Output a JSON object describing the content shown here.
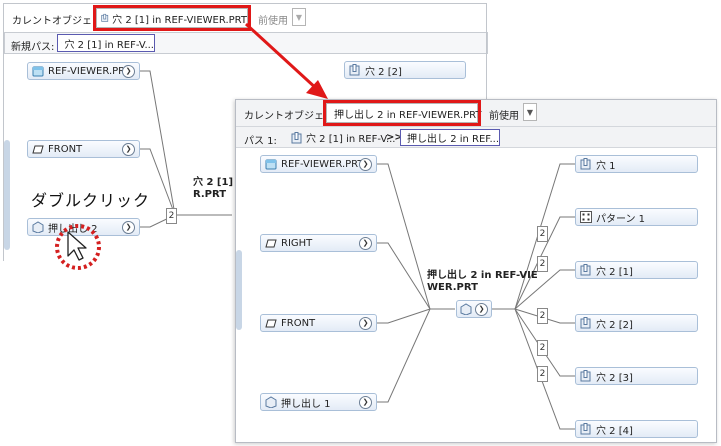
{
  "back": {
    "current_object_label": "カレントオブジェクト:",
    "current_object_value": "穴 2 [1] in REF-VIEWER.PRT",
    "prev_label": "前使用",
    "new_path_label": "新規パス:",
    "path_value": "穴 2 [1] in REF-V...",
    "nodes": {
      "ref_viewer": "REF-VIEWER.PRT",
      "front": "FRONT",
      "oshidashi": "押し出し 2",
      "ana22": "穴 2 [2]"
    },
    "center_label_1": "穴 2 [1] in",
    "center_label_2": "R.PRT",
    "count": "2"
  },
  "annotation": {
    "double_click": "ダブルクリック"
  },
  "front": {
    "current_object_label": "カレントオブジェクト:",
    "current_object_value": "押し出し 2 in REF-VIEWER.PRT",
    "prev_label": "前使用",
    "path_label": "パス 1:",
    "path_item1": "穴 2 [1] in REF-V...",
    "path_sep": ">>",
    "path_item2": "押し出し 2 in REF...",
    "left_nodes": [
      "REF-VIEWER.PRT",
      "RIGHT",
      "FRONT",
      "押し出し 1"
    ],
    "center_label_1": "押し出し 2 in REF-VIE",
    "center_label_2": "WER.PRT",
    "right_nodes": [
      "穴 1",
      "パターン 1",
      "穴 2 [1]",
      "穴 2 [2]",
      "穴 2 [3]",
      "穴 2 [4]"
    ],
    "counts": [
      "2",
      "2",
      "2",
      "2",
      "2"
    ]
  },
  "colors": {
    "highlight": "#e01818",
    "path_border": "#5a5ab0",
    "node_border": "#a9bfd8"
  }
}
